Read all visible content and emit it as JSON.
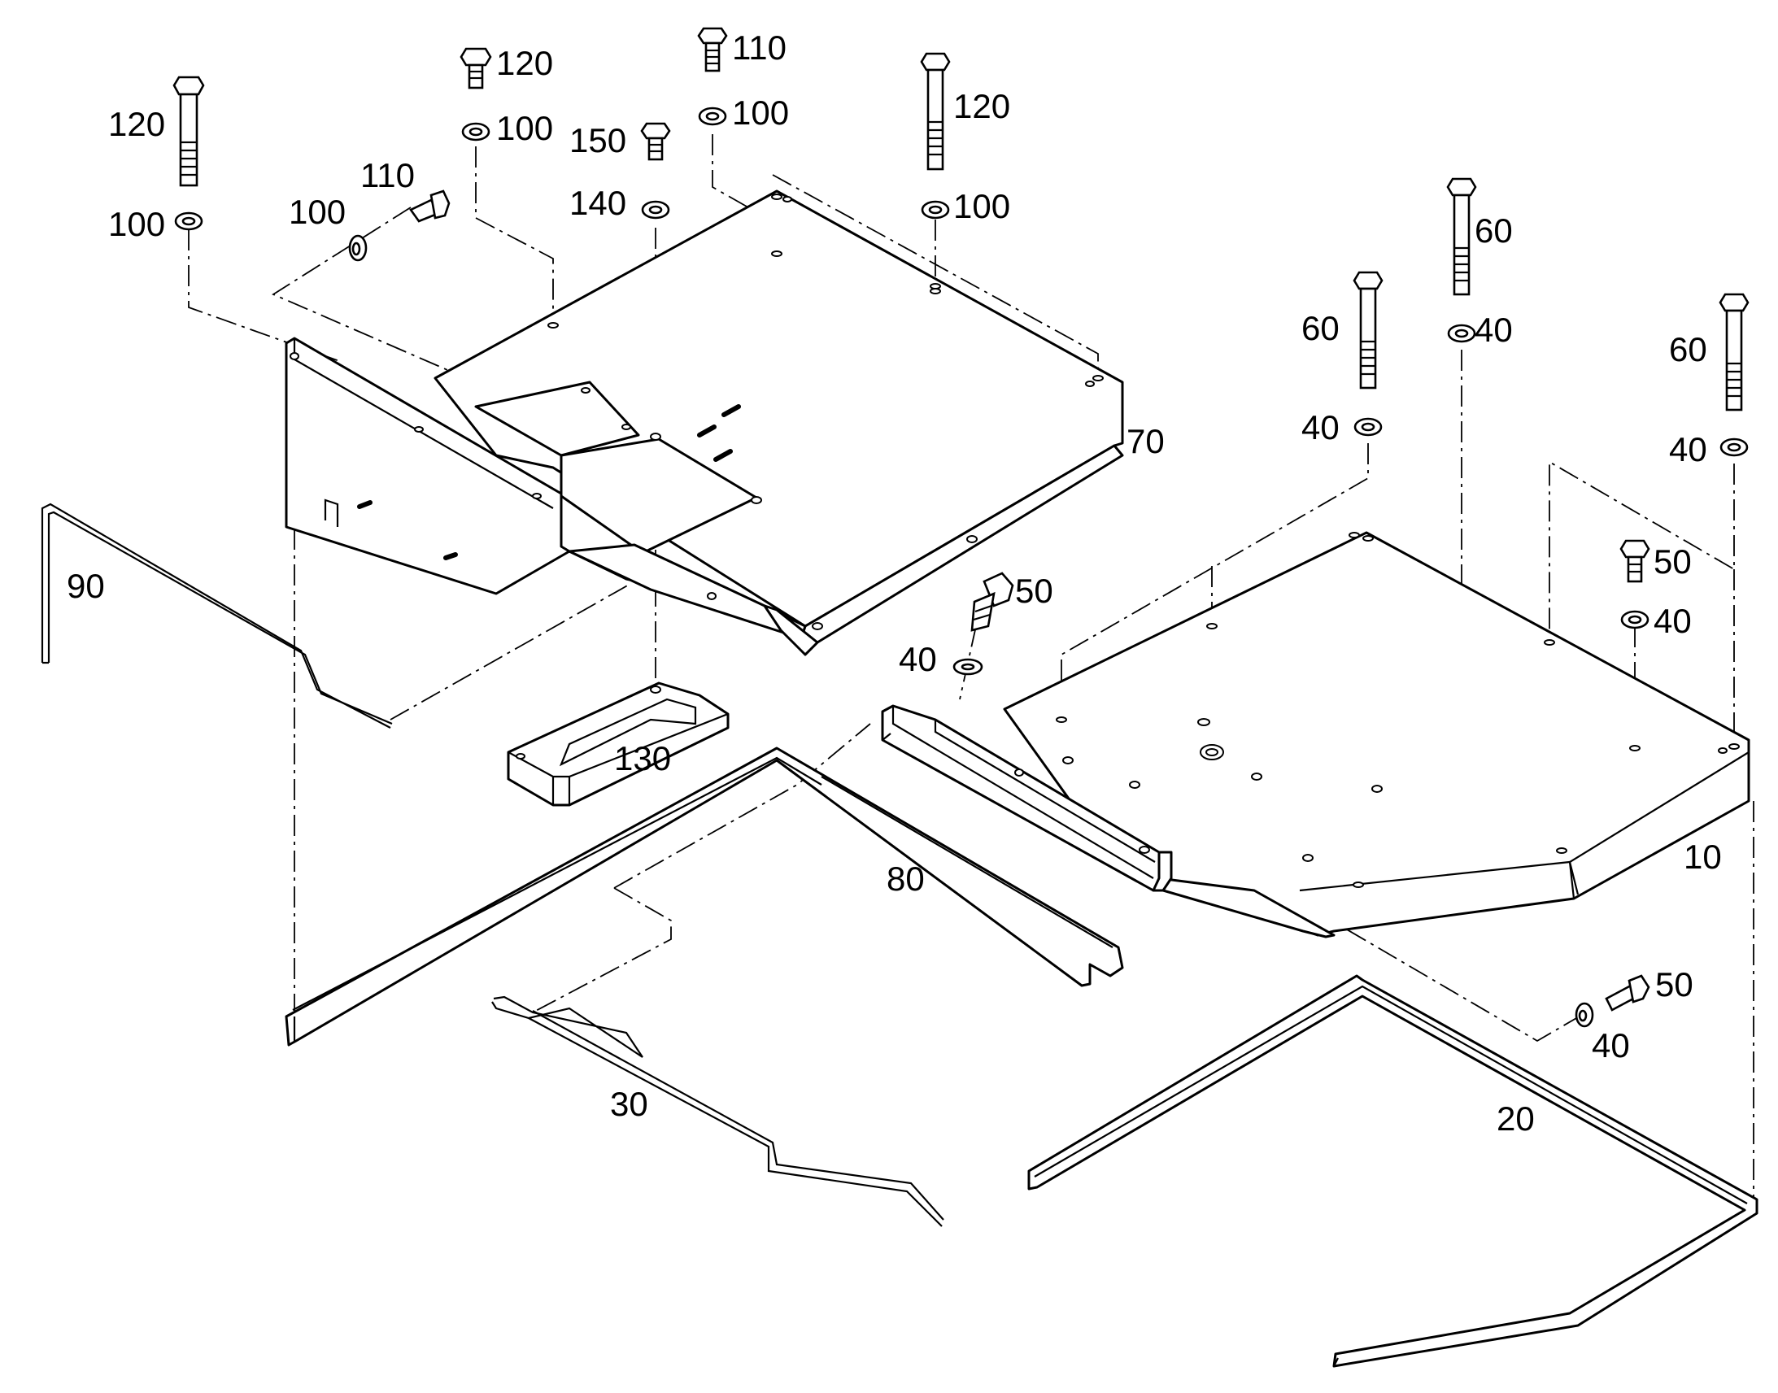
{
  "colors": {
    "line": "#000000",
    "background": "#ffffff"
  },
  "callouts": {
    "c10": "10",
    "c20": "20",
    "c30": "30",
    "c40a": "40",
    "c40b": "40",
    "c40c": "40",
    "c40d": "40",
    "c40e": "40",
    "c40f": "40",
    "c50a": "50",
    "c50b": "50",
    "c50c": "50",
    "c60a": "60",
    "c60b": "60",
    "c60c": "60",
    "c70": "70",
    "c80": "80",
    "c90": "90",
    "c100a": "100",
    "c100b": "100",
    "c100c": "100",
    "c100d": "100",
    "c100e": "100",
    "c110a": "110",
    "c110b": "110",
    "c120a": "120",
    "c120b": "120",
    "c120c": "120",
    "c130": "130",
    "c140": "140",
    "c150": "150"
  }
}
